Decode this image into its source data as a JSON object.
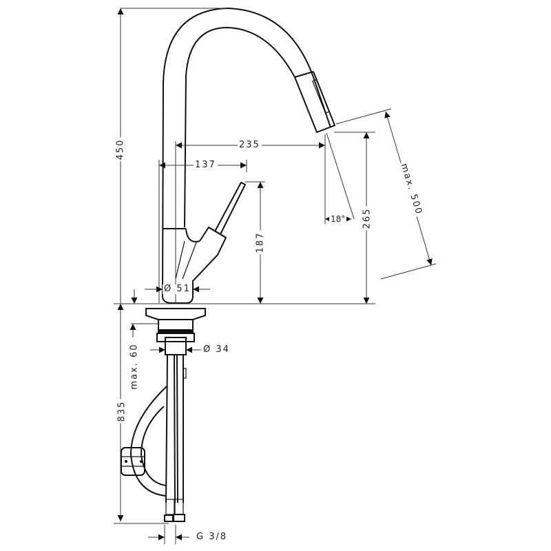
{
  "drawing": {
    "subject": "Kitchen faucet with pull-down spray — dimensioned technical drawing",
    "units": "mm",
    "dimensions": {
      "total_height": "450",
      "spout_reach": "235",
      "handle_offset": "137",
      "handle_height": "187",
      "spout_outlet_height": "265",
      "pull_out_length": "max. 500",
      "spray_angle": "18°",
      "base_diameter": "Ø 51",
      "shank_diameter": "Ø 34",
      "deck_thickness": "max. 60",
      "hose_length": "835",
      "connection_thread": "G 3/8"
    },
    "colors": {
      "line": "#111111",
      "background": "#ffffff"
    }
  }
}
